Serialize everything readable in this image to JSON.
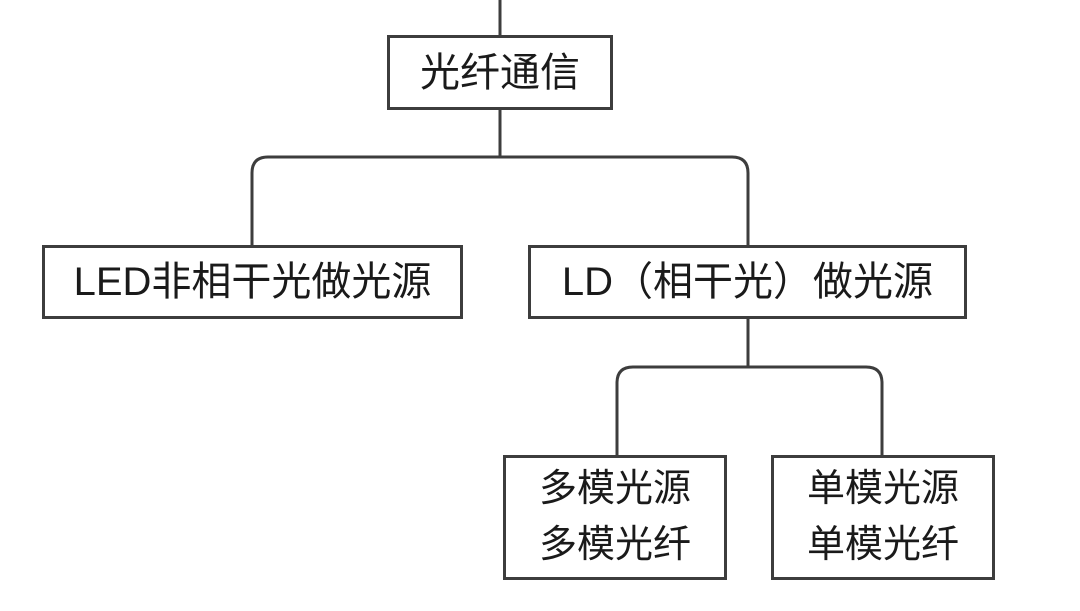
{
  "diagram": {
    "type": "tree",
    "background_color": "#ffffff",
    "line_color": "#3d3d3d",
    "text_color": "#1a1a1a",
    "nodes": {
      "root": {
        "label": "光纤通信"
      },
      "led": {
        "label": "LED非相干光做光源"
      },
      "ld": {
        "label": "LD（相干光）做光源"
      },
      "multimode": {
        "lines": [
          "多模光源",
          "多模光纤"
        ]
      },
      "singlemode": {
        "lines": [
          "单模光源",
          "单模光纤"
        ]
      }
    },
    "edges": [
      {
        "from": "top-edge",
        "to": "root"
      },
      {
        "from": "root",
        "to": "led"
      },
      {
        "from": "root",
        "to": "ld"
      },
      {
        "from": "ld",
        "to": "multimode"
      },
      {
        "from": "ld",
        "to": "singlemode"
      }
    ]
  }
}
